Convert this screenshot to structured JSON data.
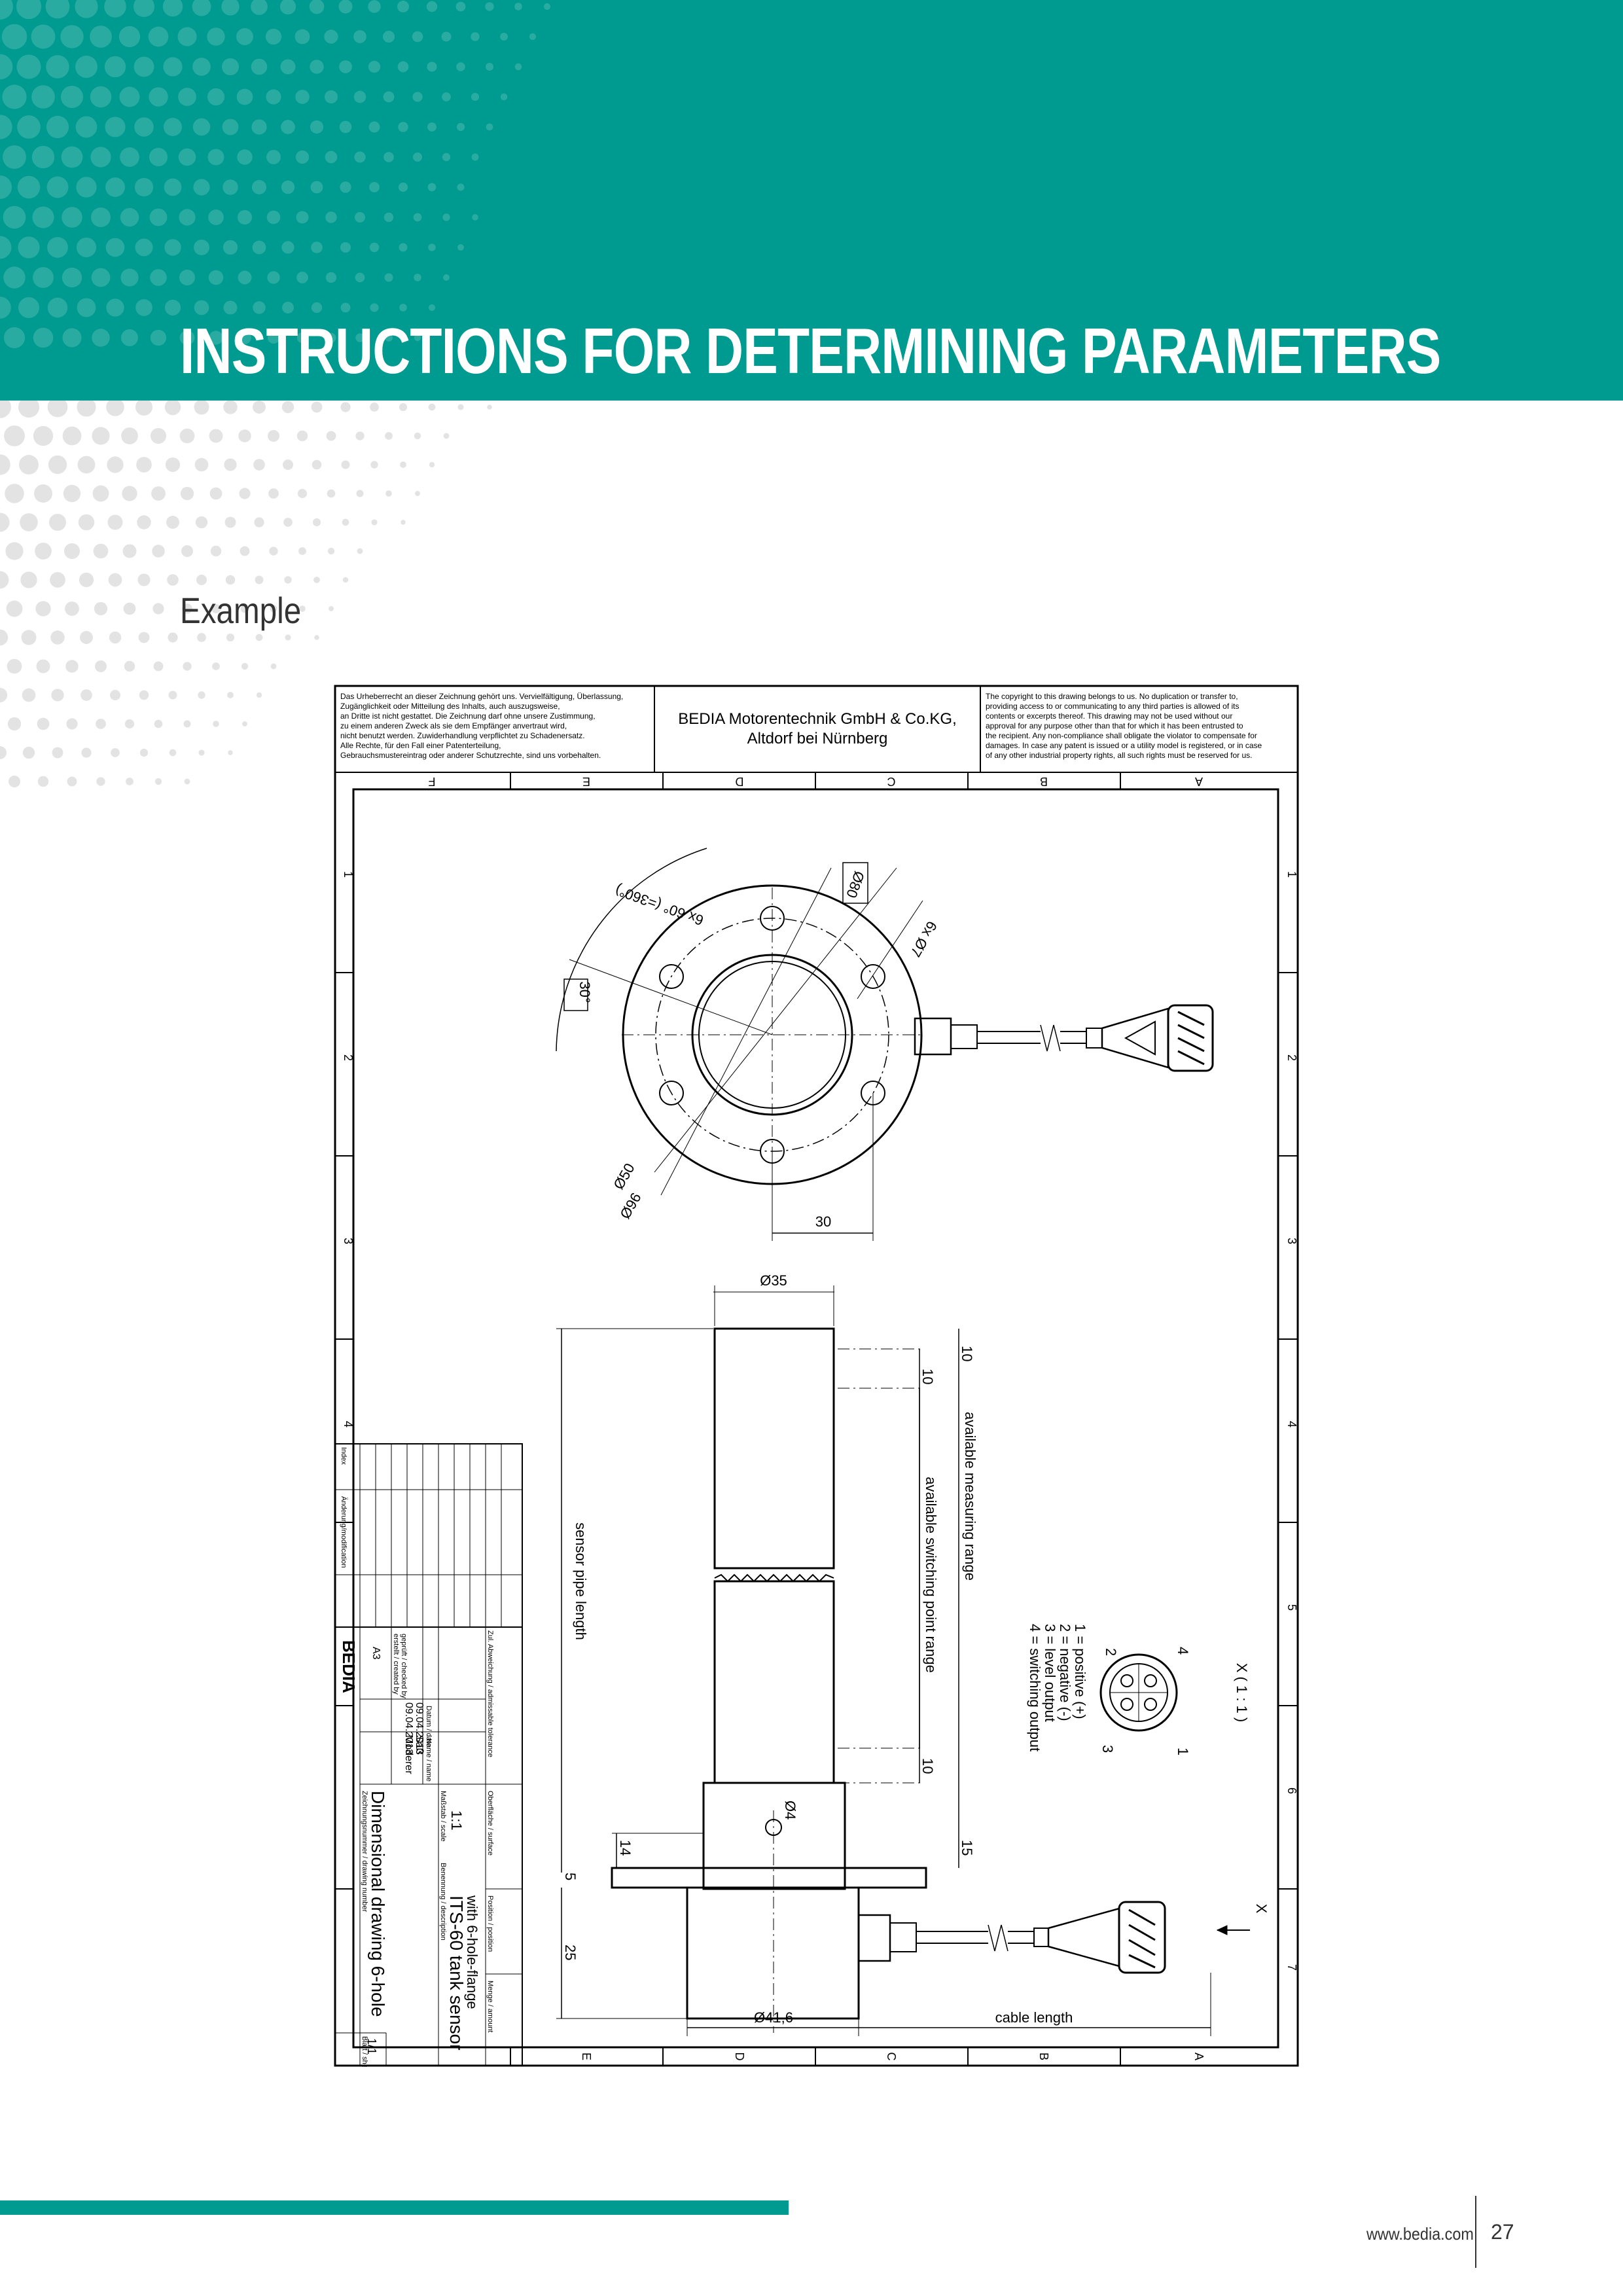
{
  "header": {
    "title": "INSTRUCTIONS FOR DETERMINING PARAMETERS"
  },
  "section": {
    "heading": "Example"
  },
  "drawing": {
    "copyright_de": [
      "Das Urheberrecht an dieser Zeichnung gehört uns. Vervielfältigung, Überlassung,",
      "Zugänglichkeit oder Mitteilung des Inhalts, auch auszugsweise,",
      "an Dritte ist nicht gestattet. Die Zeichnung darf ohne unsere Zustimmung,",
      "zu einem anderen Zweck als sie dem Empfänger anvertraut wird,",
      "nicht benutzt werden. Zuwiderhandlung verpflichtet zu Schadenersatz.",
      "Alle Rechte, für den Fall einer Patenterteilung,",
      "Gebrauchsmustereintrag oder anderer Schutzrechte, sind uns vorbehalten."
    ],
    "company": [
      "BEDIA Motorentechnik GmbH & Co.KG,",
      "Altdorf bei Nürnberg"
    ],
    "copyright_en": [
      "The copyright to this drawing belongs to us. No duplication or transfer to,",
      "providing access to or communicating to any third parties is allowed of its",
      "contents or excerpts thereof. This drawing may not be used without our",
      "approval for any purpose other than that for which it has been entrusted to",
      "the recipient. Any non-compliance shall obligate the violator to compensate for",
      "damages. In case any patent is issued or a utility model is registered, or in case",
      "of any other industrial property rights, all such rights must be reserved for us."
    ],
    "zones_letters": [
      "F",
      "E",
      "D",
      "C",
      "B",
      "A"
    ],
    "zones_letters_bottom": [
      "E",
      "D",
      "C",
      "B",
      "A"
    ],
    "zones_numbers": [
      "1",
      "2",
      "3",
      "4",
      "5",
      "6",
      "7"
    ],
    "dims": {
      "holes": "6x 60° (=360°)",
      "angle": "30°",
      "pcd": "Ø80",
      "hole_dia": "6x Ø7",
      "inner": "Ø50",
      "outer": "Ø96",
      "offset": "30",
      "tube": "Ø35",
      "ten_a": "10",
      "ten_b": "10",
      "ten_c": "10",
      "fifteen": "15",
      "fourteen": "14",
      "five": "5",
      "twentyfive": "25",
      "hole4": "Ø4",
      "base": "Ø41,6",
      "cable": "cable length",
      "measuring": "available measuring range",
      "switching": "available switching point range",
      "pipe": "sensor pipe length",
      "view": "X",
      "view_scale": "X ( 1 : 1 )"
    },
    "pins": [
      "1 = positive (+)",
      "2 = negative (-)",
      "3 = level output",
      "4 = switching output"
    ],
    "pin_numbers": [
      "1",
      "2",
      "3",
      "4"
    ],
    "title_block": {
      "title": "ITS-60 tank sensor",
      "subtitle": "with 6-hole-flange",
      "drawing_name": "Dimensional drawing 6-hole",
      "scale_label": "Maßstab / scale",
      "scale": "1:1",
      "date1": "09.04.2013",
      "date2": "09.04.2013",
      "name1": "Moderer",
      "name2": "Saß",
      "format": "A3",
      "sheet": "1/1",
      "desc_label": "Benennung / description",
      "surface_label": "Oberfläche / surface",
      "position_label": "Position / position",
      "amount_label": "Menge / amount",
      "tolerance_label": "Zul. Abweichung / admissable tolerance",
      "drawing_number_label": "Zeichnungsnummer / drawing number",
      "date_label": "Datum / date",
      "name_label": "Name / name",
      "created_label": "erstellt / created by",
      "checked_label": "geprüft / checked by",
      "change_label": "Änderung/modification",
      "index_label": "Index",
      "sheet_label": "Blatt / sheet",
      "logo": "BEDIA"
    }
  },
  "footer": {
    "url": "www.bedia.com",
    "page": "27"
  },
  "colors": {
    "accent": "#009b90",
    "text": "#1a1a1a"
  }
}
